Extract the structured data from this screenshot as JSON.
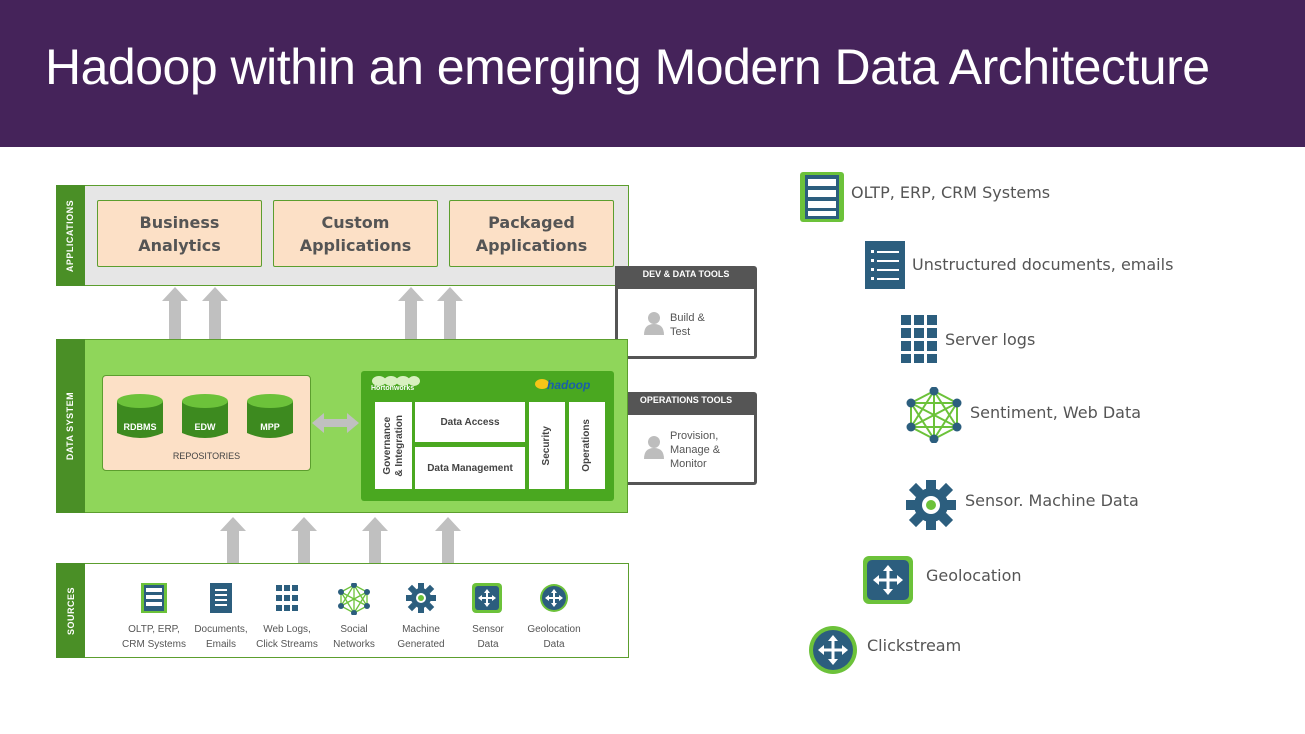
{
  "title": "Hadoop within an emerging Modern Data Architecture",
  "colors": {
    "header": "#45235a",
    "green": "#4a8f26",
    "light_green": "#8fd65a",
    "peach": "#fce0c6",
    "icon_blue": "#2c5e7e"
  },
  "layers": {
    "applications": "APPLICATIONS",
    "data_system": "DATA SYSTEM",
    "sources": "SOURCES"
  },
  "applications": [
    {
      "label": "Business\nAnalytics"
    },
    {
      "label": "Custom\nApplications"
    },
    {
      "label": "Packaged\nApplications"
    }
  ],
  "dev_tools": {
    "title": "DEV & DATA TOOLS",
    "item": "Build &\nTest"
  },
  "ops_tools": {
    "title": "OPERATIONS TOOLS",
    "item": "Provision,\nManage &\nMonitor"
  },
  "repositories": {
    "label": "REPOSITORIES",
    "items": [
      "RDBMS",
      "EDW",
      "MPP"
    ]
  },
  "hadoop": {
    "vendor": "Hortonworks",
    "logo": "hadoop",
    "governance": "Governance\n& Integration",
    "data_access": "Data Access",
    "data_management": "Data Management",
    "security": "Security",
    "operations": "Operations"
  },
  "sources": [
    {
      "label": "OLTP, ERP,\nCRM Systems",
      "icon": "server-stack-icon"
    },
    {
      "label": "Documents,\nEmails",
      "icon": "document-icon"
    },
    {
      "label": "Web Logs,\nClick Streams",
      "icon": "grid-icon"
    },
    {
      "label": "Social\nNetworks",
      "icon": "network-icon"
    },
    {
      "label": "Machine\nGenerated",
      "icon": "gear-icon"
    },
    {
      "label": "Sensor\nData",
      "icon": "sensor-icon"
    },
    {
      "label": "Geolocation\nData",
      "icon": "geolocation-icon"
    }
  ],
  "legend": [
    {
      "label": "OLTP, ERP, CRM Systems",
      "icon": "server-stack-icon"
    },
    {
      "label": "Unstructured documents, emails",
      "icon": "document-icon"
    },
    {
      "label": "Server logs",
      "icon": "grid-icon"
    },
    {
      "label": "Sentiment, Web Data",
      "icon": "network-icon"
    },
    {
      "label": "Sensor. Machine Data",
      "icon": "gear-icon"
    },
    {
      "label": "Geolocation",
      "icon": "sensor-icon"
    },
    {
      "label": "Clickstream",
      "icon": "clickstream-icon"
    }
  ]
}
